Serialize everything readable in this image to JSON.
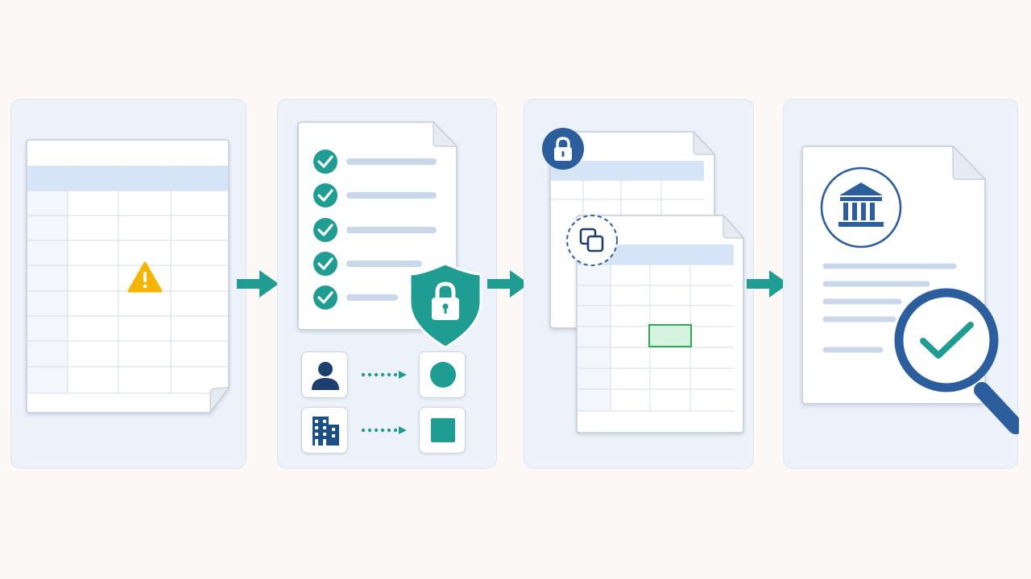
{
  "colors": {
    "background": "#fbf8f5",
    "panel": "#edf2fa",
    "panel_border": "#dfe6f1",
    "teal": "#1f9d93",
    "navy": "#1d4f87",
    "header_blue": "#d6e4f7",
    "grid_line": "#dbe3ee",
    "warning": "#f5b400",
    "highlight_green": "#d5f3df"
  },
  "icons": {
    "warning": "warning-triangle-icon",
    "check": "check-circle-icon",
    "shield": "shield-lock-icon",
    "person": "person-icon",
    "building": "building-icon",
    "lock": "lock-badge-icon",
    "copy": "duplicate-icon",
    "bank": "bank-icon",
    "magnifier": "magnifier-check-icon"
  },
  "stages": [
    {
      "id": "raw-data",
      "icon": "warning-triangle-icon"
    },
    {
      "id": "secure-validate",
      "icon": "shield-lock-icon"
    },
    {
      "id": "mask-copy",
      "icon": "duplicate-icon"
    },
    {
      "id": "audit-verify",
      "icon": "magnifier-check-icon"
    }
  ]
}
